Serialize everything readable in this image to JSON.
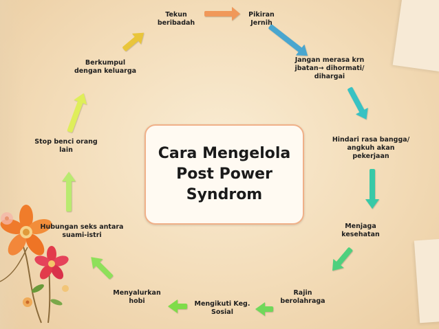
{
  "title": {
    "line1": "Cara Mengelola",
    "line2": "Post Power",
    "line3": "Syndrom"
  },
  "steps": [
    {
      "line1": "Tekun",
      "line2": "beribadah",
      "line3": ""
    },
    {
      "line1": "Pikiran",
      "line2": "Jernih",
      "line3": ""
    },
    {
      "line1": "Jangan merasa krn",
      "line2": "jbatan→ dihormati/",
      "line3": "dihargai"
    },
    {
      "line1": "Hindari rasa bangga/",
      "line2": "angkuh akan",
      "line3": "pekerjaan"
    },
    {
      "line1": "Menjaga",
      "line2": "kesehatan",
      "line3": ""
    },
    {
      "line1": "Rajin",
      "line2": "berolahraga",
      "line3": ""
    },
    {
      "line1": "Mengikuti Keg.",
      "line2": "Sosial",
      "line3": ""
    },
    {
      "line1": "Menyalurkan",
      "line2": "hobi",
      "line3": ""
    },
    {
      "line1": "Hubungan seks antara",
      "line2": "suami-istri",
      "line3": ""
    },
    {
      "line1": "Stop benci orang",
      "line2": "lain",
      "line3": ""
    },
    {
      "line1": "Berkumpul",
      "line2": "dengan keluarga",
      "line3": ""
    }
  ],
  "arrow_colors": {
    "orange": "#f0985a",
    "blue": "#4aa6cf",
    "teal": "#37c2c3",
    "green_teal": "#39c9a7",
    "green": "#6fd85a",
    "lime": "#9be04e",
    "light_green": "#b9ea6f",
    "yellow_green": "#dfee5a",
    "gold": "#e9c53a"
  },
  "decoration": "flower-illustration"
}
